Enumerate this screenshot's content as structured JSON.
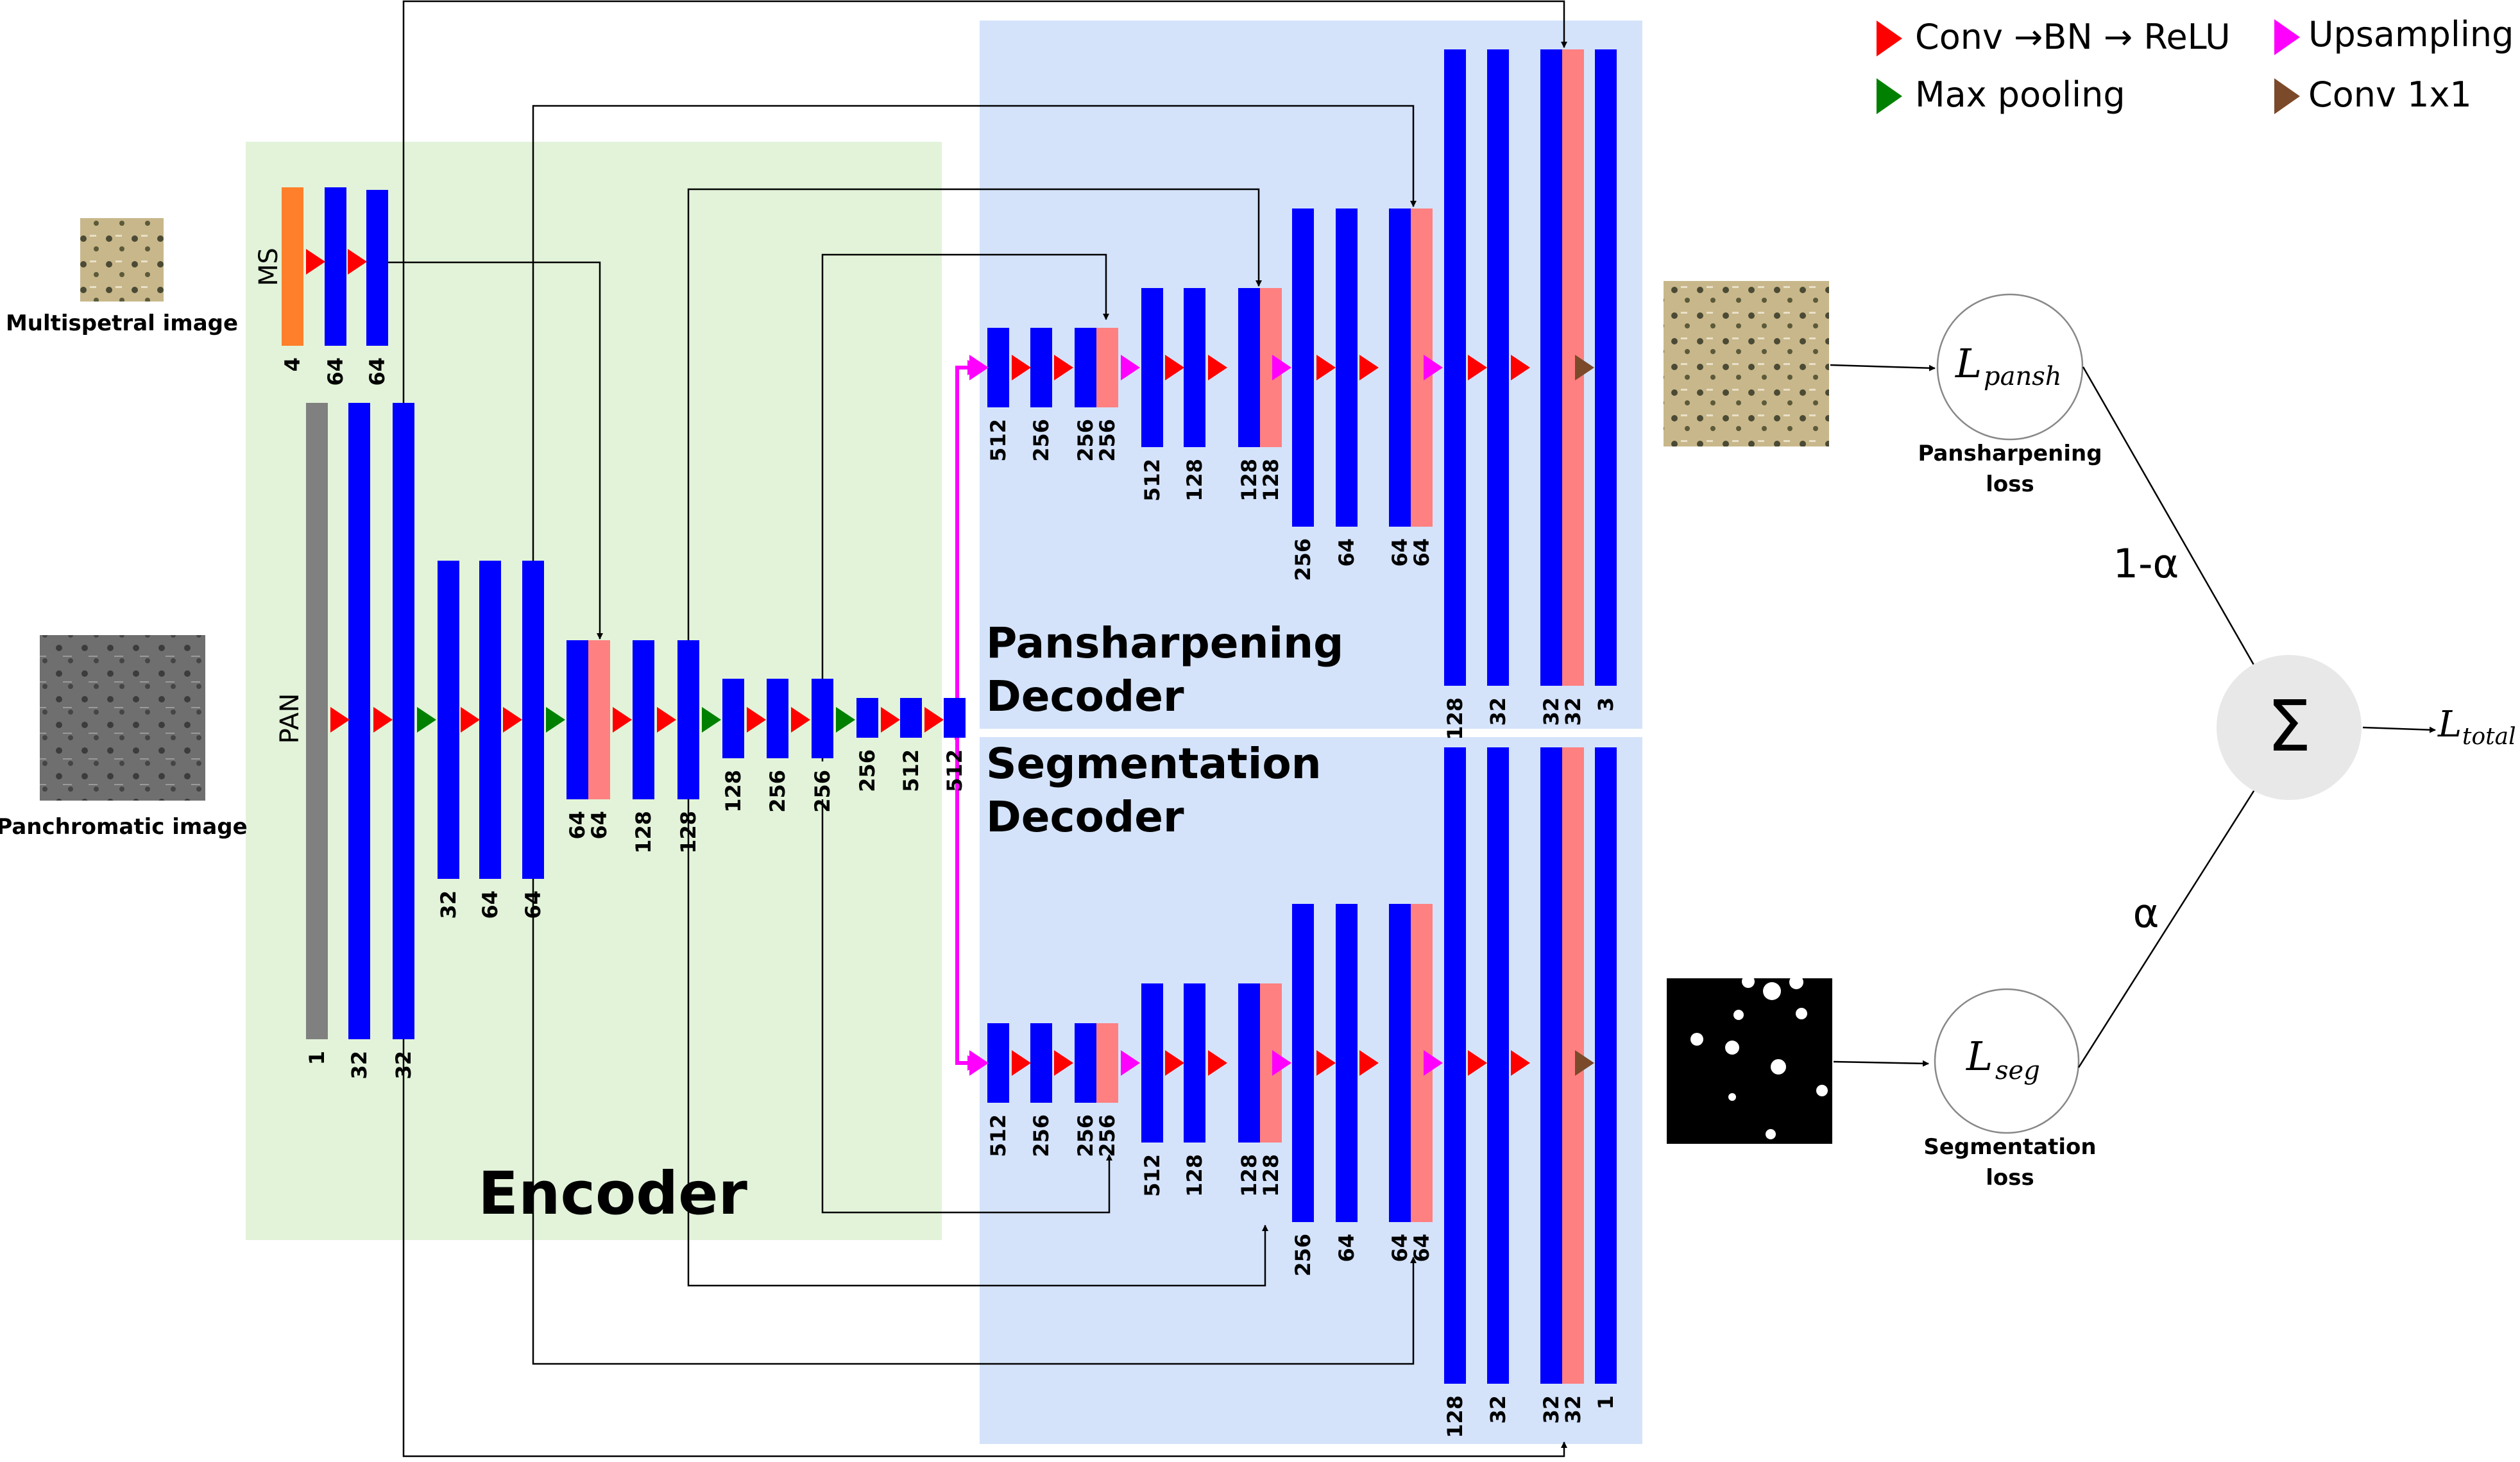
{
  "legend": {
    "conv_bn_relu": "Conv →BN → ReLU",
    "max_pooling": "Max pooling",
    "upsampling": "Upsampling",
    "conv1x1": "Conv 1x1"
  },
  "colors": {
    "conv": "#ff0000",
    "pool": "#008000",
    "up": "#ff00ff",
    "conv1x1": "#7b4a2a",
    "block": "#0000ff",
    "concat": "#ff8080",
    "ms": "#ff7f2a",
    "pan": "#808080",
    "encoder_bg": "#e2f3d9",
    "decoder_bg": "#d4e3fa"
  },
  "inputs": {
    "ms_caption": "Multispetral image",
    "pan_caption": "Panchromatic image",
    "ms_label": "MS",
    "pan_label": "PAN"
  },
  "sections": {
    "encoder": "Encoder",
    "pansh_decoder": [
      "Pansharpening",
      "Decoder"
    ],
    "seg_decoder": [
      "Segmentation",
      "Decoder"
    ]
  },
  "losses": {
    "pansh_symbol": "L",
    "pansh_sub": "pansh",
    "pansh_caption": [
      "Pansharpening",
      "loss"
    ],
    "seg_symbol": "L",
    "seg_sub": "seg",
    "seg_caption": [
      "Segmentation",
      "loss"
    ],
    "total_symbol": "L",
    "total_sub": "total",
    "sum": "Σ",
    "weight_pansh": "1-α",
    "weight_seg": "α"
  },
  "channels": {
    "ms": [
      "4",
      "64",
      "64"
    ],
    "enc": [
      "1",
      "32",
      "32",
      "32",
      "64",
      "64",
      "64",
      "64",
      "128",
      "128",
      "128",
      "256",
      "256",
      "256",
      "512",
      "512"
    ],
    "dec1": [
      "512",
      "256",
      "256",
      "256",
      "512",
      "128",
      "128",
      "128",
      "256",
      "64",
      "64",
      "64",
      "128",
      "32",
      "32",
      "32",
      "3"
    ],
    "dec2": [
      "512",
      "256",
      "256",
      "256",
      "512",
      "128",
      "128",
      "128",
      "256",
      "64",
      "64",
      "64",
      "128",
      "32",
      "32",
      "32",
      "1"
    ]
  }
}
